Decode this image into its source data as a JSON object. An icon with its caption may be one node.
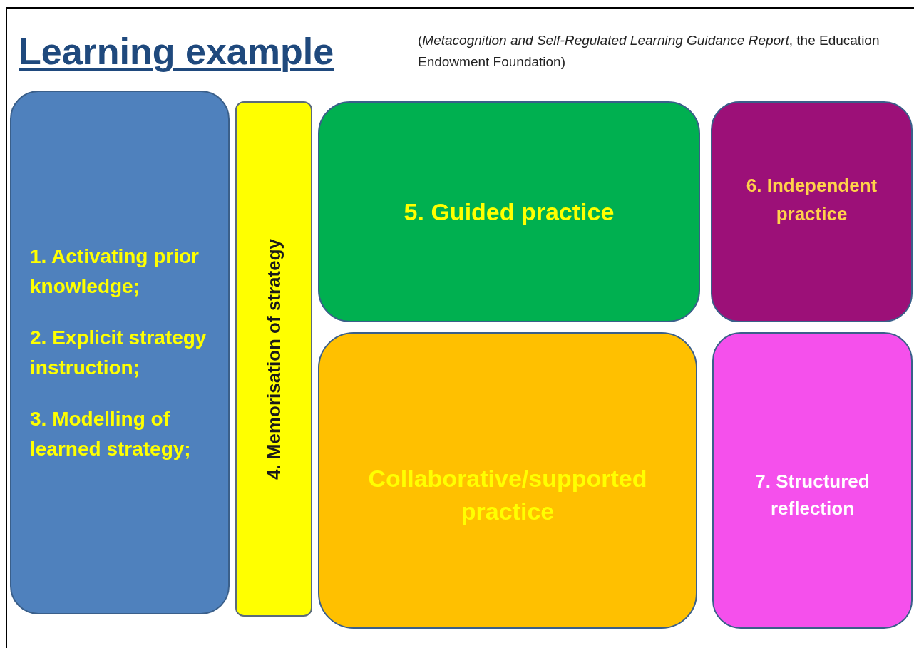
{
  "diagram": {
    "title": "Learning example",
    "nodes": [
      {
        "text": [
          "1. Activating prior knowledge;",
          "2. Explicit strategy instruction;",
          "3. Modelling  of learned strategy;"
        ]
      },
      {
        "text": [
          "4. Memorisation of strategy"
        ]
      },
      {
        "text": [
          "5. Guided practice"
        ]
      },
      {
        "text": [
          "6. Independent practice"
        ]
      },
      {
        "text": [
          "Collaborative/supported practice"
        ]
      },
      {
        "text": [
          "7. Structured reflection"
        ]
      }
    ],
    "labels": [
      "(*Metacognition and Self-Regulated Learning Guidance Report*, the Education Endowment Foundation)"
    ]
  }
}
